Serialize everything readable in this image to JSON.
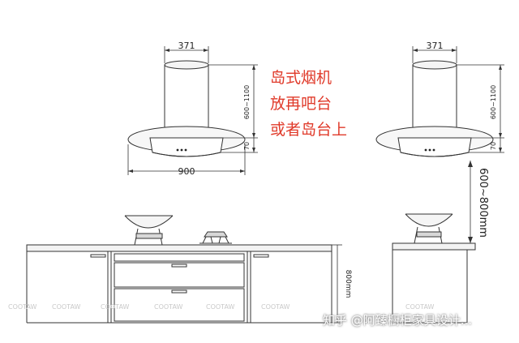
{
  "left_hood": {
    "width_top": "371",
    "height": "600~1100",
    "canopy_height": "70",
    "canopy_width": "900"
  },
  "right_hood": {
    "width_top": "371",
    "height": "600~1100",
    "canopy_height": "70",
    "mount_height": "600~800mm"
  },
  "counter": {
    "height": "800mm"
  },
  "caption_lines": [
    "岛式烟机",
    "放再吧台",
    "或者岛台上"
  ],
  "brand_watermark": "COOTAW",
  "site_watermark": "知乎 @阿臻橱柜家具设计..."
}
